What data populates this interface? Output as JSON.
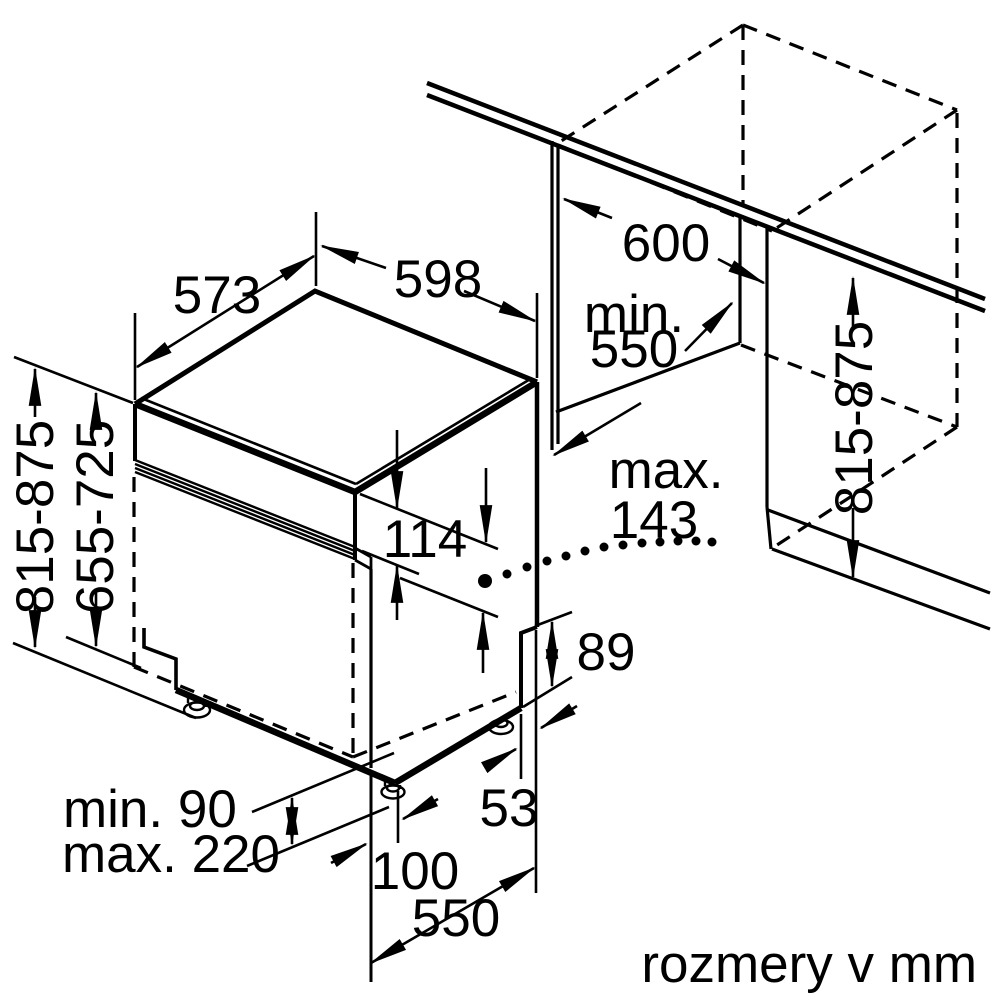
{
  "figure": {
    "type": "installation-diagram",
    "unit_note": "rozmery v mm",
    "line_color": "#000000",
    "background": "#ffffff",
    "dimensions": {
      "appliance_depth_top": "573",
      "appliance_width": "598",
      "niche_width": "600",
      "niche_depth_prefix": "min.",
      "niche_depth_value": "550",
      "appliance_height_range": "815-875",
      "door_panel_height_range": "655-725",
      "control_panel_height": "114",
      "door_overhang_prefix": "max.",
      "door_overhang_value": "143",
      "rear_notch_height": "89",
      "rear_foot_offset": "53",
      "plinth_height_min": "min. 90",
      "plinth_height_max": "max. 220",
      "toekick_depth": "100",
      "base_depth": "550",
      "niche_height_range": "815-875"
    }
  }
}
